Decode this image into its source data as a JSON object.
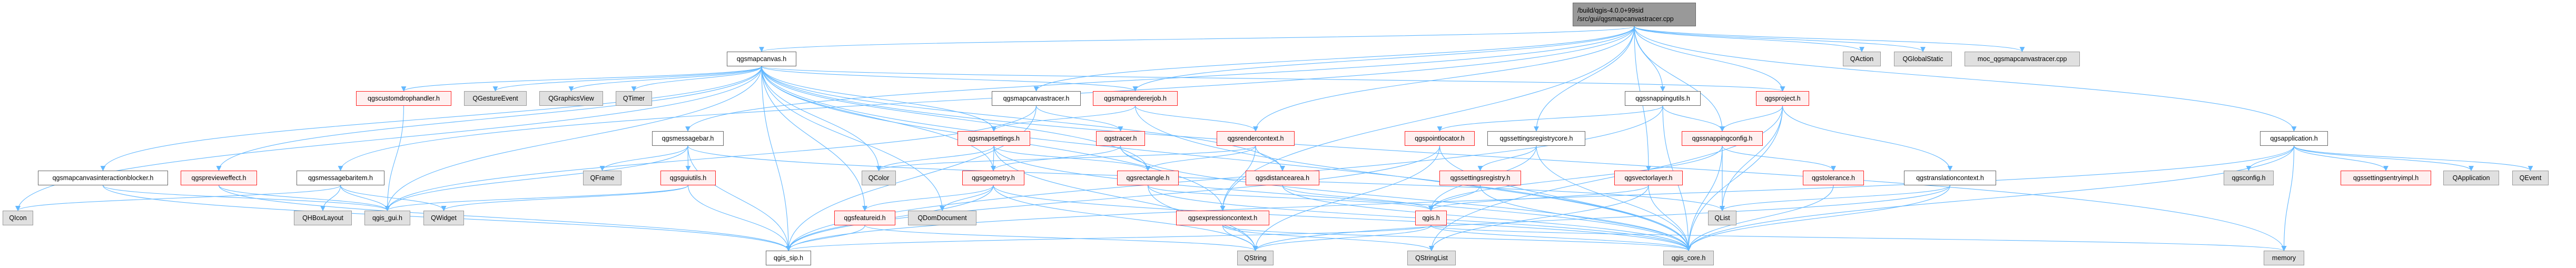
{
  "title": "/build/qgis-4.0.0+99sid/src/gui/qgsmapcanvastracer.cpp",
  "colors": {
    "edge": "#63b8ff",
    "red_border": "#ff2020",
    "red_fill": "#fff0f0",
    "gray_fill": "#e0e0e0",
    "root_fill": "#999999"
  },
  "nodes": [
    {
      "id": "root",
      "label1": "/build/qgis-4.0.0+99sid",
      "label2": "/src/gui/qgsmapcanvastracer.cpp",
      "style": "root"
    },
    {
      "id": "qgsmapcanvas",
      "label": "qgsmapcanvas.h",
      "style": "white"
    },
    {
      "id": "QAction",
      "label": "QAction",
      "style": "gray"
    },
    {
      "id": "QGlobalStatic",
      "label": "QGlobalStatic",
      "style": "gray"
    },
    {
      "id": "moc",
      "label": "moc_qgsmapcanvastracer.cpp",
      "style": "gray"
    },
    {
      "id": "qgscustomdrophandler",
      "label": "qgscustomdrophandler.h",
      "style": "red"
    },
    {
      "id": "QGestureEvent",
      "label": "QGestureEvent",
      "style": "gray"
    },
    {
      "id": "QGraphicsView",
      "label": "QGraphicsView",
      "style": "gray"
    },
    {
      "id": "QTimer",
      "label": "QTimer",
      "style": "gray"
    },
    {
      "id": "qgsmapcanvastracer",
      "label": "qgsmapcanvastracer.h",
      "style": "white"
    },
    {
      "id": "qgsmaprendererjob",
      "label": "qgsmaprendererjob.h",
      "style": "red"
    },
    {
      "id": "qgssnappingutils",
      "label": "qgssnappingutils.h",
      "style": "white"
    },
    {
      "id": "qgsproject",
      "label": "qgsproject.h",
      "style": "red"
    },
    {
      "id": "qgsmessagebar",
      "label": "qgsmessagebar.h",
      "style": "white"
    },
    {
      "id": "qgsmapsettings",
      "label": "qgsmapsettings.h",
      "style": "red"
    },
    {
      "id": "qgstracer",
      "label": "qgstracer.h",
      "style": "red"
    },
    {
      "id": "qgsrendercontext",
      "label": "qgsrendercontext.h",
      "style": "red"
    },
    {
      "id": "qgspointlocator",
      "label": "qgspointlocator.h",
      "style": "red"
    },
    {
      "id": "qgssettingsregistrycore",
      "label": "qgssettingsregistrycore.h",
      "style": "white"
    },
    {
      "id": "qgssnappingconfig",
      "label": "qgssnappingconfig.h",
      "style": "red"
    },
    {
      "id": "qgsapplication",
      "label": "qgsapplication.h",
      "style": "white"
    },
    {
      "id": "qgsmapcanvasinteractionblocker",
      "label": "qgsmapcanvasinteractionblocker.h",
      "style": "white"
    },
    {
      "id": "qgsprevieweffect",
      "label": "qgsprevieweffect.h",
      "style": "red"
    },
    {
      "id": "qgsmessagebaritem",
      "label": "qgsmessagebaritem.h",
      "style": "white"
    },
    {
      "id": "QFrame",
      "label": "QFrame",
      "style": "gray"
    },
    {
      "id": "qgsguiutils",
      "label": "qgsguiutils.h",
      "style": "red"
    },
    {
      "id": "QColor",
      "label": "QColor",
      "style": "gray"
    },
    {
      "id": "qgsgeometry",
      "label": "qgsgeometry.h",
      "style": "red"
    },
    {
      "id": "qgsrectangle",
      "label": "qgsrectangle.h",
      "style": "red"
    },
    {
      "id": "qgsdistancearea",
      "label": "qgsdistancearea.h",
      "style": "red"
    },
    {
      "id": "qgssettingsregistry",
      "label": "qgssettingsregistry.h",
      "style": "red"
    },
    {
      "id": "qgsvectorlayer",
      "label": "qgsvectorlayer.h",
      "style": "red"
    },
    {
      "id": "qgstolerance",
      "label": "qgstolerance.h",
      "style": "red"
    },
    {
      "id": "qgstranslationcontext",
      "label": "qgstranslationcontext.h",
      "style": "white"
    },
    {
      "id": "qgsconfig",
      "label": "qgsconfig.h",
      "style": "gray"
    },
    {
      "id": "qgssettingsentryimpl",
      "label": "qgssettingsentryimpl.h",
      "style": "red"
    },
    {
      "id": "QApplication",
      "label": "QApplication",
      "style": "gray"
    },
    {
      "id": "QEvent",
      "label": "QEvent",
      "style": "gray"
    },
    {
      "id": "QIcon",
      "label": "QIcon",
      "style": "gray"
    },
    {
      "id": "QHBoxLayout",
      "label": "QHBoxLayout",
      "style": "gray"
    },
    {
      "id": "qgis_gui",
      "label": "qgis_gui.h",
      "style": "gray"
    },
    {
      "id": "QWidget",
      "label": "QWidget",
      "style": "gray"
    },
    {
      "id": "qgsfeatureid",
      "label": "qgsfeatureid.h",
      "style": "red"
    },
    {
      "id": "QDomDocument",
      "label": "QDomDocument",
      "style": "gray"
    },
    {
      "id": "qgsexpressioncontext",
      "label": "qgsexpressioncontext.h",
      "style": "red"
    },
    {
      "id": "qgis",
      "label": "qgis.h",
      "style": "red"
    },
    {
      "id": "QList",
      "label": "QList",
      "style": "gray"
    },
    {
      "id": "qgis_sip",
      "label": "qgis_sip.h",
      "style": "white"
    },
    {
      "id": "QString",
      "label": "QString",
      "style": "gray"
    },
    {
      "id": "QStringList",
      "label": "QStringList",
      "style": "gray"
    },
    {
      "id": "qgis_core",
      "label": "qgis_core.h",
      "style": "gray"
    },
    {
      "id": "memory",
      "label": "memory",
      "style": "gray"
    }
  ],
  "edges": [
    [
      "root",
      "qgsmapcanvas"
    ],
    [
      "root",
      "QAction"
    ],
    [
      "root",
      "QGlobalStatic"
    ],
    [
      "root",
      "moc"
    ],
    [
      "root",
      "qgsmapcanvastracer"
    ],
    [
      "root",
      "qgssnappingutils"
    ],
    [
      "root",
      "qgsproject"
    ],
    [
      "root",
      "qgsrendercontext"
    ],
    [
      "root",
      "qgssettingsregistrycore"
    ],
    [
      "root",
      "qgsvectorlayer"
    ],
    [
      "root",
      "qgssnappingconfig"
    ],
    [
      "root",
      "qgsapplication"
    ],
    [
      "root",
      "qgsmessagebar"
    ],
    [
      "root",
      "qgsmessagebaritem"
    ],
    [
      "root",
      "qgsmaprendererjob"
    ],
    [
      "root",
      "qgsexpressioncontext"
    ],
    [
      "qgsmapcanvas",
      "qgscustomdrophandler"
    ],
    [
      "qgsmapcanvas",
      "QGestureEvent"
    ],
    [
      "qgsmapcanvas",
      "QGraphicsView"
    ],
    [
      "qgsmapcanvas",
      "QTimer"
    ],
    [
      "qgsmapcanvas",
      "qgsmaprendererjob"
    ],
    [
      "qgsmapcanvas",
      "qgsmapsettings"
    ],
    [
      "qgsmapcanvas",
      "qgsgeometry"
    ],
    [
      "qgsmapcanvas",
      "qgsrectangle"
    ],
    [
      "qgsmapcanvas",
      "qgsexpressioncontext"
    ],
    [
      "qgsmapcanvas",
      "qgis_sip"
    ],
    [
      "qgsmapcanvas",
      "qgis_gui"
    ],
    [
      "qgsmapcanvas",
      "QDomDocument"
    ],
    [
      "qgsmapcanvas",
      "qgsfeatureid"
    ],
    [
      "qgsmapcanvas",
      "QColor"
    ],
    [
      "qgsmapcanvas",
      "qgsprevieweffect"
    ],
    [
      "qgsmapcanvas",
      "qgsmapcanvasinteractionblocker"
    ],
    [
      "qgsmapcanvas",
      "qgsproject"
    ],
    [
      "qgsmapcanvas",
      "QIcon"
    ],
    [
      "qgsmapcanvas",
      "qgsdistancearea"
    ],
    [
      "qgsmapcanvas",
      "memory"
    ],
    [
      "qgsmapcanvas",
      "qgis_core"
    ],
    [
      "qgscustomdrophandler",
      "qgis_gui"
    ],
    [
      "qgsmapcanvastracer",
      "qgstracer"
    ],
    [
      "qgsmapcanvastracer",
      "qgis_gui"
    ],
    [
      "qgsmapcanvastracer",
      "qgis_sip"
    ],
    [
      "qgsmaprendererjob",
      "qgsmapsettings"
    ],
    [
      "qgsmaprendererjob",
      "qgsrendercontext"
    ],
    [
      "qgsmaprendererjob",
      "qgis_core"
    ],
    [
      "qgssnappingutils",
      "qgspointlocator"
    ],
    [
      "qgssnappingutils",
      "qgssnappingconfig"
    ],
    [
      "qgssnappingutils",
      "qgis_core"
    ],
    [
      "qgssnappingutils",
      "qgis_sip"
    ],
    [
      "qgsproject",
      "qgssnappingconfig"
    ],
    [
      "qgsproject",
      "qgstranslationcontext"
    ],
    [
      "qgsproject",
      "qgis_core"
    ],
    [
      "qgsproject",
      "QList"
    ],
    [
      "qgsproject",
      "QStringList"
    ],
    [
      "qgsmessagebar",
      "QFrame"
    ],
    [
      "qgsmessagebar",
      "qgsguiutils"
    ],
    [
      "qgsmessagebar",
      "qgis_gui"
    ],
    [
      "qgsmessagebar",
      "QList"
    ],
    [
      "qgsmessagebar",
      "qgis_sip"
    ],
    [
      "qgsmapsettings",
      "QColor"
    ],
    [
      "qgsmapsettings",
      "qgsgeometry"
    ],
    [
      "qgsmapsettings",
      "qgsrectangle"
    ],
    [
      "qgsmapsettings",
      "qgis_core"
    ],
    [
      "qgsmapsettings",
      "QString"
    ],
    [
      "qgstracer",
      "qgsrectangle"
    ],
    [
      "qgstracer",
      "qgsgeometry"
    ],
    [
      "qgstracer",
      "qgis_core"
    ],
    [
      "qgsrendercontext",
      "qgsrectangle"
    ],
    [
      "qgsrendercontext",
      "qgsdistancearea"
    ],
    [
      "qgsrendercontext",
      "qgsexpressioncontext"
    ],
    [
      "qgsrendercontext",
      "QColor"
    ],
    [
      "qgspointlocator",
      "qgis_sip"
    ],
    [
      "qgspointlocator",
      "qgis_core"
    ],
    [
      "qgspointlocator",
      "QString"
    ],
    [
      "qgssettingsregistrycore",
      "qgssettingsregistry"
    ],
    [
      "qgssettingsregistrycore",
      "qgis"
    ],
    [
      "qgssettingsregistrycore",
      "qgis_core"
    ],
    [
      "qgssnappingconfig",
      "qgstolerance"
    ],
    [
      "qgssnappingconfig",
      "qgis"
    ],
    [
      "qgssnappingconfig",
      "QList"
    ],
    [
      "qgssnappingconfig",
      "qgis_core"
    ],
    [
      "qgsapplication",
      "qgsconfig"
    ],
    [
      "qgsapplication",
      "qgssettingsentryimpl"
    ],
    [
      "qgsapplication",
      "QApplication"
    ],
    [
      "qgsapplication",
      "QEvent"
    ],
    [
      "qgsapplication",
      "memory"
    ],
    [
      "qgsapplication",
      "qgis_core"
    ],
    [
      "qgsapplication",
      "qgis_sip"
    ],
    [
      "qgsmapcanvasinteractionblocker",
      "qgis_gui"
    ],
    [
      "qgsmapcanvasinteractionblocker",
      "qgis_sip"
    ],
    [
      "qgsprevieweffect",
      "qgis_gui"
    ],
    [
      "qgsprevieweffect",
      "qgis_sip"
    ],
    [
      "qgsmessagebaritem",
      "QHBoxLayout"
    ],
    [
      "qgsmessagebaritem",
      "qgis_gui"
    ],
    [
      "qgsmessagebaritem",
      "QIcon"
    ],
    [
      "qgsmessagebaritem",
      "QWidget"
    ],
    [
      "qgsguiutils",
      "QWidget"
    ],
    [
      "qgsguiutils",
      "qgis_gui"
    ],
    [
      "qgsguiutils",
      "qgis_sip"
    ],
    [
      "qgsgeometry",
      "qgsfeatureid"
    ],
    [
      "qgsgeometry",
      "QDomDocument"
    ],
    [
      "qgsgeometry",
      "qgis_sip"
    ],
    [
      "qgsgeometry",
      "QString"
    ],
    [
      "qgsgeometry",
      "qgis_core"
    ],
    [
      "qgsrectangle",
      "qgis"
    ],
    [
      "qgsrectangle",
      "qgis_core"
    ],
    [
      "qgsrectangle",
      "QString"
    ],
    [
      "qgsdistancearea",
      "qgis"
    ],
    [
      "qgsdistancearea",
      "qgis_core"
    ],
    [
      "qgssettingsregistry",
      "qgis"
    ],
    [
      "qgssettingsregistry",
      "qgis_core"
    ],
    [
      "qgsvectorlayer",
      "qgis"
    ],
    [
      "qgsvectorlayer",
      "qgis_core"
    ],
    [
      "qgsvectorlayer",
      "QStringList"
    ],
    [
      "qgstolerance",
      "qgis_core"
    ],
    [
      "qgstranslationcontext",
      "qgis_core"
    ],
    [
      "qgstranslationcontext",
      "QList"
    ],
    [
      "qgstranslationcontext",
      "QString"
    ],
    [
      "qgsexpressioncontext",
      "QString"
    ],
    [
      "qgsexpressioncontext",
      "QStringList"
    ],
    [
      "qgsexpressioncontext",
      "qgis_core"
    ],
    [
      "qgsfeatureid",
      "qgis_sip"
    ],
    [
      "qgsfeatureid",
      "QString"
    ],
    [
      "qgis",
      "qgis_sip"
    ],
    [
      "qgis",
      "qgis_core"
    ],
    [
      "qgis",
      "QString"
    ],
    [
      "qgis",
      "memory"
    ]
  ]
}
